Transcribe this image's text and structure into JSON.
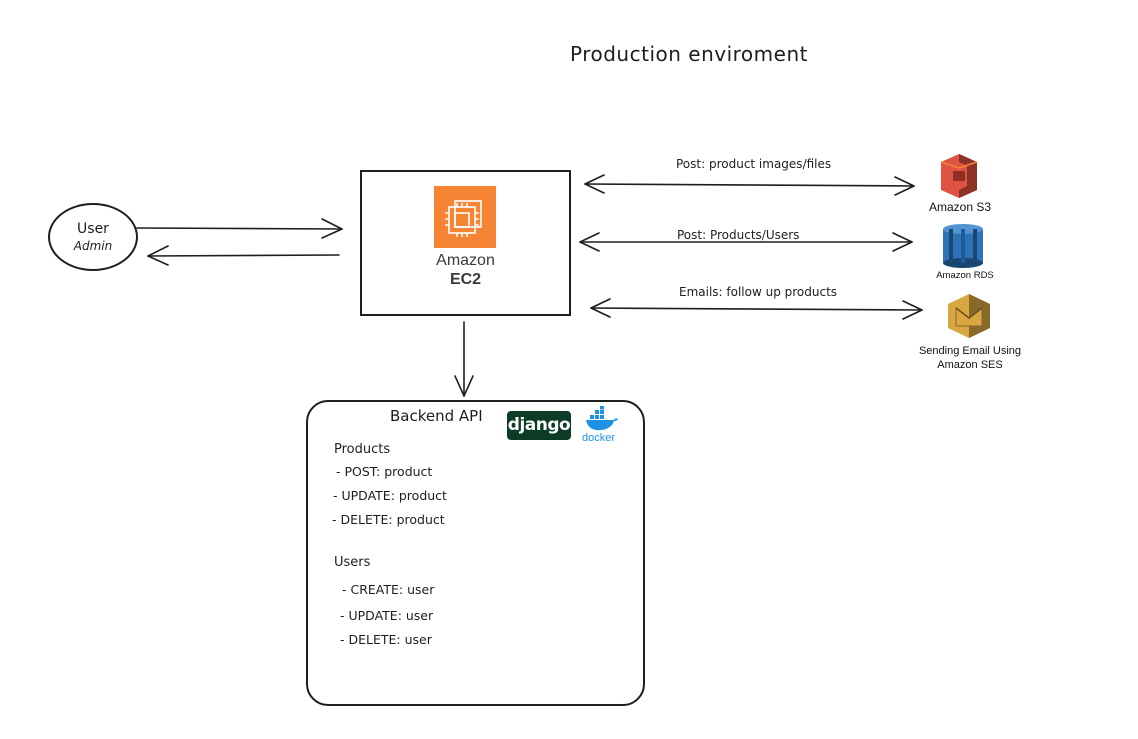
{
  "title": "Production enviroment",
  "user": {
    "line1": "User",
    "line2": "Admin"
  },
  "ec2": {
    "name_line1": "Amazon",
    "name_line2": "EC2",
    "icon": "ec2-chip-icon",
    "color": "#f58534"
  },
  "edges": {
    "s3": "Post: product images/files",
    "rds": "Post: Products/Users",
    "ses": "Emails: follow up products"
  },
  "services": {
    "s3": {
      "label": "Amazon S3",
      "icon": "amazon-s3-icon",
      "color": "#e05243"
    },
    "rds": {
      "label": "Amazon RDS",
      "icon": "amazon-rds-icon",
      "color": "#2e73b8"
    },
    "ses": {
      "label_line1": "Sending Email Using",
      "label_line2": "Amazon SES",
      "icon": "amazon-ses-icon",
      "color": "#d9a741"
    }
  },
  "backend": {
    "title": "Backend API",
    "django_label": "django",
    "docker_label": "docker",
    "products_heading": "Products",
    "products": [
      "- POST: product",
      "- UPDATE: product",
      "- DELETE: product"
    ],
    "users_heading": "Users",
    "users": [
      "- CREATE: user",
      "- UPDATE: user",
      "- DELETE: user"
    ]
  }
}
